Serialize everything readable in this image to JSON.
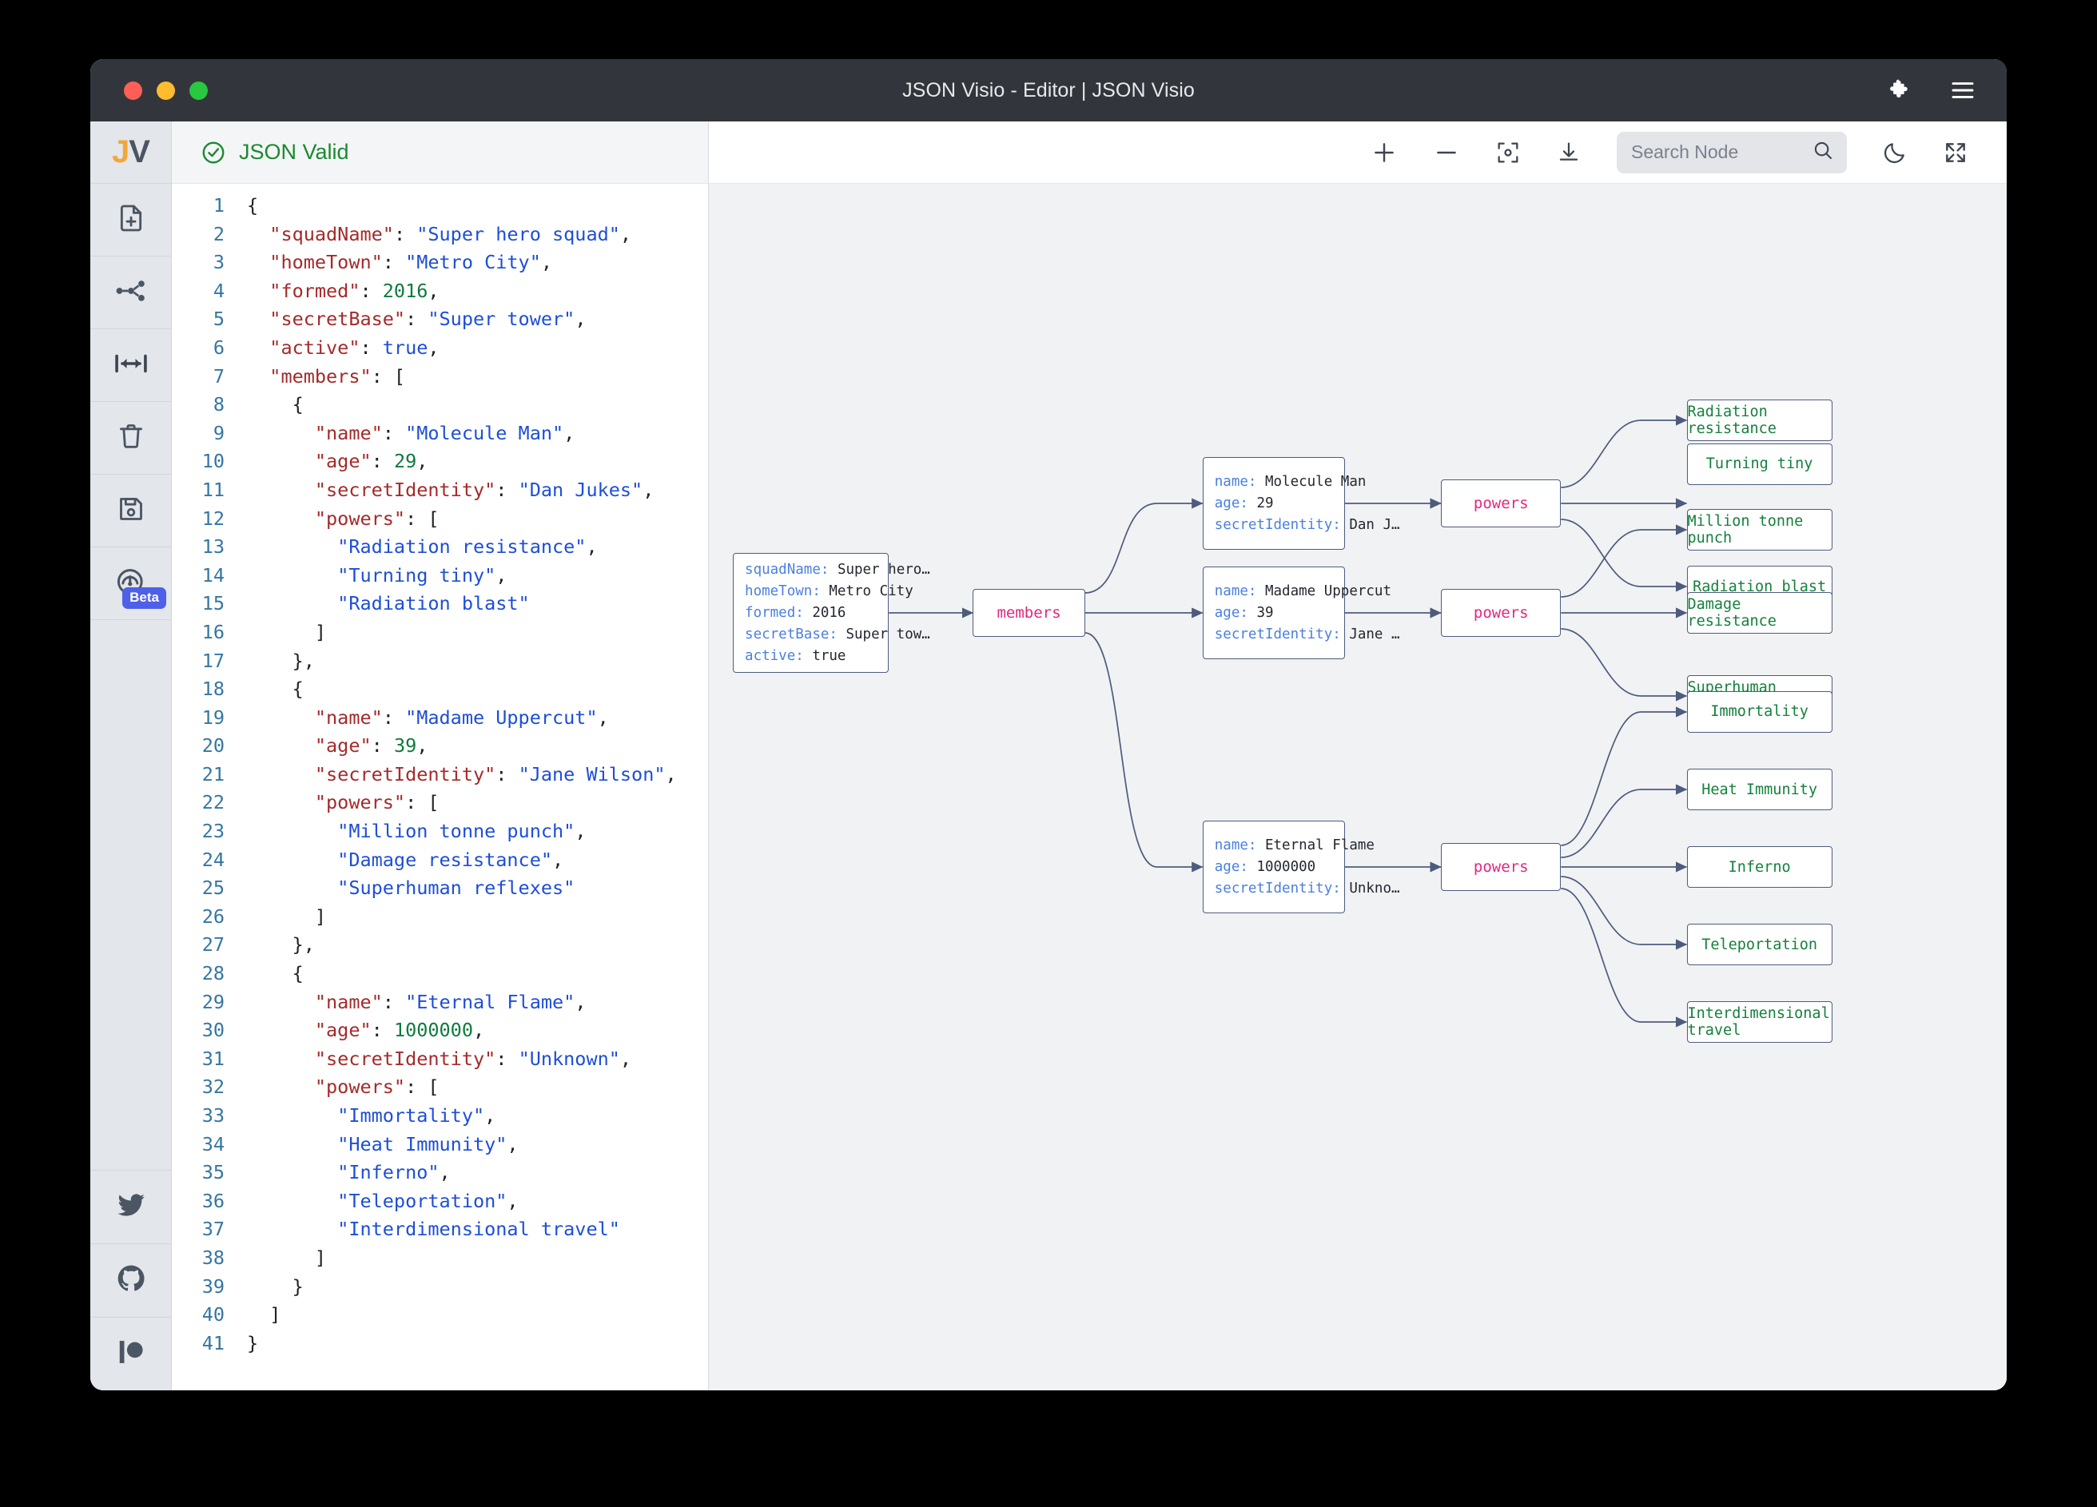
{
  "window": {
    "title": "JSON Visio - Editor | JSON Visio",
    "traffic_lights": [
      "close",
      "minimize",
      "maximize"
    ],
    "titlebar_icons": [
      "puzzle-piece-icon",
      "hamburger-menu-icon"
    ]
  },
  "rail": {
    "logo": {
      "j": "J",
      "v": "V"
    },
    "items": [
      {
        "name": "new-document-icon"
      },
      {
        "name": "share-graph-icon"
      },
      {
        "name": "expand-width-icon"
      },
      {
        "name": "delete-icon"
      },
      {
        "name": "save-icon"
      },
      {
        "name": "cloud-beta-icon",
        "badge": "Beta"
      }
    ],
    "social": [
      {
        "name": "twitter-icon"
      },
      {
        "name": "github-icon"
      },
      {
        "name": "patreon-icon"
      }
    ]
  },
  "editor": {
    "status_label": "JSON Valid",
    "status_color": "#1a8a2e",
    "lines": [
      {
        "n": 1,
        "indent": 0,
        "tokens": [
          {
            "t": "p",
            "v": "{"
          }
        ]
      },
      {
        "n": 2,
        "indent": 1,
        "tokens": [
          {
            "t": "k",
            "v": "\"squadName\""
          },
          {
            "t": "p",
            "v": ": "
          },
          {
            "t": "s",
            "v": "\"Super hero squad\""
          },
          {
            "t": "p",
            "v": ","
          }
        ]
      },
      {
        "n": 3,
        "indent": 1,
        "tokens": [
          {
            "t": "k",
            "v": "\"homeTown\""
          },
          {
            "t": "p",
            "v": ": "
          },
          {
            "t": "s",
            "v": "\"Metro City\""
          },
          {
            "t": "p",
            "v": ","
          }
        ]
      },
      {
        "n": 4,
        "indent": 1,
        "tokens": [
          {
            "t": "k",
            "v": "\"formed\""
          },
          {
            "t": "p",
            "v": ": "
          },
          {
            "t": "n",
            "v": "2016"
          },
          {
            "t": "p",
            "v": ","
          }
        ]
      },
      {
        "n": 5,
        "indent": 1,
        "tokens": [
          {
            "t": "k",
            "v": "\"secretBase\""
          },
          {
            "t": "p",
            "v": ": "
          },
          {
            "t": "s",
            "v": "\"Super tower\""
          },
          {
            "t": "p",
            "v": ","
          }
        ]
      },
      {
        "n": 6,
        "indent": 1,
        "tokens": [
          {
            "t": "k",
            "v": "\"active\""
          },
          {
            "t": "p",
            "v": ": "
          },
          {
            "t": "b",
            "v": "true"
          },
          {
            "t": "p",
            "v": ","
          }
        ]
      },
      {
        "n": 7,
        "indent": 1,
        "tokens": [
          {
            "t": "k",
            "v": "\"members\""
          },
          {
            "t": "p",
            "v": ": ["
          }
        ]
      },
      {
        "n": 8,
        "indent": 2,
        "tokens": [
          {
            "t": "p",
            "v": "{"
          }
        ]
      },
      {
        "n": 9,
        "indent": 3,
        "tokens": [
          {
            "t": "k",
            "v": "\"name\""
          },
          {
            "t": "p",
            "v": ": "
          },
          {
            "t": "s",
            "v": "\"Molecule Man\""
          },
          {
            "t": "p",
            "v": ","
          }
        ]
      },
      {
        "n": 10,
        "indent": 3,
        "tokens": [
          {
            "t": "k",
            "v": "\"age\""
          },
          {
            "t": "p",
            "v": ": "
          },
          {
            "t": "n",
            "v": "29"
          },
          {
            "t": "p",
            "v": ","
          }
        ]
      },
      {
        "n": 11,
        "indent": 3,
        "tokens": [
          {
            "t": "k",
            "v": "\"secretIdentity\""
          },
          {
            "t": "p",
            "v": ": "
          },
          {
            "t": "s",
            "v": "\"Dan Jukes\""
          },
          {
            "t": "p",
            "v": ","
          }
        ]
      },
      {
        "n": 12,
        "indent": 3,
        "tokens": [
          {
            "t": "k",
            "v": "\"powers\""
          },
          {
            "t": "p",
            "v": ": ["
          }
        ]
      },
      {
        "n": 13,
        "indent": 4,
        "tokens": [
          {
            "t": "s",
            "v": "\"Radiation resistance\""
          },
          {
            "t": "p",
            "v": ","
          }
        ]
      },
      {
        "n": 14,
        "indent": 4,
        "tokens": [
          {
            "t": "s",
            "v": "\"Turning tiny\""
          },
          {
            "t": "p",
            "v": ","
          }
        ]
      },
      {
        "n": 15,
        "indent": 4,
        "tokens": [
          {
            "t": "s",
            "v": "\"Radiation blast\""
          }
        ]
      },
      {
        "n": 16,
        "indent": 3,
        "tokens": [
          {
            "t": "p",
            "v": "]"
          }
        ]
      },
      {
        "n": 17,
        "indent": 2,
        "tokens": [
          {
            "t": "p",
            "v": "},"
          }
        ]
      },
      {
        "n": 18,
        "indent": 2,
        "tokens": [
          {
            "t": "p",
            "v": "{"
          }
        ]
      },
      {
        "n": 19,
        "indent": 3,
        "tokens": [
          {
            "t": "k",
            "v": "\"name\""
          },
          {
            "t": "p",
            "v": ": "
          },
          {
            "t": "s",
            "v": "\"Madame Uppercut\""
          },
          {
            "t": "p",
            "v": ","
          }
        ]
      },
      {
        "n": 20,
        "indent": 3,
        "tokens": [
          {
            "t": "k",
            "v": "\"age\""
          },
          {
            "t": "p",
            "v": ": "
          },
          {
            "t": "n",
            "v": "39"
          },
          {
            "t": "p",
            "v": ","
          }
        ]
      },
      {
        "n": 21,
        "indent": 3,
        "tokens": [
          {
            "t": "k",
            "v": "\"secretIdentity\""
          },
          {
            "t": "p",
            "v": ": "
          },
          {
            "t": "s",
            "v": "\"Jane Wilson\""
          },
          {
            "t": "p",
            "v": ","
          }
        ]
      },
      {
        "n": 22,
        "indent": 3,
        "tokens": [
          {
            "t": "k",
            "v": "\"powers\""
          },
          {
            "t": "p",
            "v": ": ["
          }
        ]
      },
      {
        "n": 23,
        "indent": 4,
        "tokens": [
          {
            "t": "s",
            "v": "\"Million tonne punch\""
          },
          {
            "t": "p",
            "v": ","
          }
        ]
      },
      {
        "n": 24,
        "indent": 4,
        "tokens": [
          {
            "t": "s",
            "v": "\"Damage resistance\""
          },
          {
            "t": "p",
            "v": ","
          }
        ]
      },
      {
        "n": 25,
        "indent": 4,
        "tokens": [
          {
            "t": "s",
            "v": "\"Superhuman reflexes\""
          }
        ]
      },
      {
        "n": 26,
        "indent": 3,
        "tokens": [
          {
            "t": "p",
            "v": "]"
          }
        ]
      },
      {
        "n": 27,
        "indent": 2,
        "tokens": [
          {
            "t": "p",
            "v": "},"
          }
        ]
      },
      {
        "n": 28,
        "indent": 2,
        "tokens": [
          {
            "t": "p",
            "v": "{"
          }
        ]
      },
      {
        "n": 29,
        "indent": 3,
        "tokens": [
          {
            "t": "k",
            "v": "\"name\""
          },
          {
            "t": "p",
            "v": ": "
          },
          {
            "t": "s",
            "v": "\"Eternal Flame\""
          },
          {
            "t": "p",
            "v": ","
          }
        ]
      },
      {
        "n": 30,
        "indent": 3,
        "tokens": [
          {
            "t": "k",
            "v": "\"age\""
          },
          {
            "t": "p",
            "v": ": "
          },
          {
            "t": "n",
            "v": "1000000"
          },
          {
            "t": "p",
            "v": ","
          }
        ]
      },
      {
        "n": 31,
        "indent": 3,
        "tokens": [
          {
            "t": "k",
            "v": "\"secretIdentity\""
          },
          {
            "t": "p",
            "v": ": "
          },
          {
            "t": "s",
            "v": "\"Unknown\""
          },
          {
            "t": "p",
            "v": ","
          }
        ]
      },
      {
        "n": 32,
        "indent": 3,
        "tokens": [
          {
            "t": "k",
            "v": "\"powers\""
          },
          {
            "t": "p",
            "v": ": ["
          }
        ]
      },
      {
        "n": 33,
        "indent": 4,
        "tokens": [
          {
            "t": "s",
            "v": "\"Immortality\""
          },
          {
            "t": "p",
            "v": ","
          }
        ]
      },
      {
        "n": 34,
        "indent": 4,
        "tokens": [
          {
            "t": "s",
            "v": "\"Heat Immunity\""
          },
          {
            "t": "p",
            "v": ","
          }
        ]
      },
      {
        "n": 35,
        "indent": 4,
        "tokens": [
          {
            "t": "s",
            "v": "\"Inferno\""
          },
          {
            "t": "p",
            "v": ","
          }
        ]
      },
      {
        "n": 36,
        "indent": 4,
        "tokens": [
          {
            "t": "s",
            "v": "\"Teleportation\""
          },
          {
            "t": "p",
            "v": ","
          }
        ]
      },
      {
        "n": 37,
        "indent": 4,
        "tokens": [
          {
            "t": "s",
            "v": "\"Interdimensional travel\""
          }
        ]
      },
      {
        "n": 38,
        "indent": 3,
        "tokens": [
          {
            "t": "p",
            "v": "]"
          }
        ]
      },
      {
        "n": 39,
        "indent": 2,
        "tokens": [
          {
            "t": "p",
            "v": "}"
          }
        ]
      },
      {
        "n": 40,
        "indent": 1,
        "tokens": [
          {
            "t": "p",
            "v": "]"
          }
        ]
      },
      {
        "n": 41,
        "indent": 0,
        "tokens": [
          {
            "t": "p",
            "v": "}"
          }
        ]
      }
    ]
  },
  "graph_toolbar": {
    "zoom_in_label": "+",
    "zoom_out_label": "−",
    "center_icon": "center-view-icon",
    "download_icon": "download-icon",
    "search_placeholder": "Search Node",
    "search_value": "",
    "search_icon": "search-icon",
    "theme_icon": "moon-icon",
    "fullscreen_icon": "fullscreen-icon"
  },
  "graph": {
    "node_border_color": "#4d5b7c",
    "key_color": "#4b7fe0",
    "parent_color": "#e3277e",
    "leaf_color": "#15803d",
    "nodes": {
      "root": {
        "rows": [
          {
            "key": "squadName",
            "value": "Super hero…"
          },
          {
            "key": "homeTown",
            "value": "Metro City"
          },
          {
            "key": "formed",
            "value": "2016"
          },
          {
            "key": "secretBase",
            "value": "Super tow…"
          },
          {
            "key": "active",
            "value": "true"
          }
        ]
      },
      "members": {
        "label": "members"
      },
      "member_1": {
        "rows": [
          {
            "key": "name",
            "value": "Molecule Man"
          },
          {
            "key": "age",
            "value": "29"
          },
          {
            "key": "secretIdentity",
            "value": "Dan J…"
          }
        ]
      },
      "member_2": {
        "rows": [
          {
            "key": "name",
            "value": "Madame Uppercut"
          },
          {
            "key": "age",
            "value": "39"
          },
          {
            "key": "secretIdentity",
            "value": "Jane …"
          }
        ]
      },
      "member_3": {
        "rows": [
          {
            "key": "name",
            "value": "Eternal Flame"
          },
          {
            "key": "age",
            "value": "1000000"
          },
          {
            "key": "secretIdentity",
            "value": "Unkno…"
          }
        ]
      },
      "powers_1": {
        "label": "powers"
      },
      "powers_2": {
        "label": "powers"
      },
      "powers_3": {
        "label": "powers"
      },
      "leaves_1": [
        "Radiation resistance",
        "Turning tiny",
        "Radiation blast"
      ],
      "leaves_2": [
        "Million tonne punch",
        "Damage resistance",
        "Superhuman reflexes"
      ],
      "leaves_3": [
        "Immortality",
        "Heat Immunity",
        "Inferno",
        "Teleportation",
        "Interdimensional travel"
      ]
    }
  }
}
